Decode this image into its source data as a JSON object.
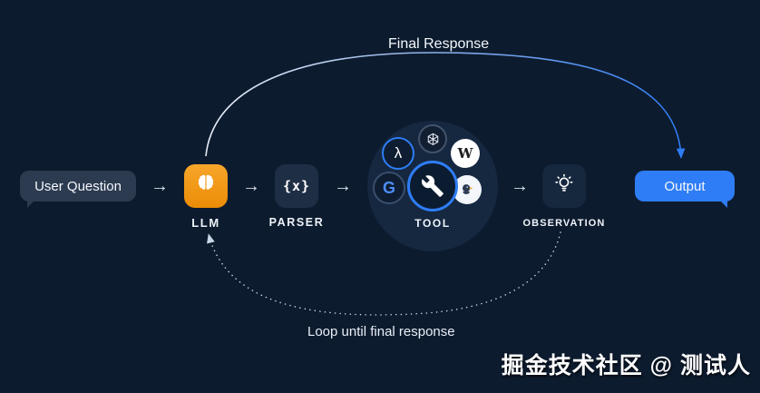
{
  "diagram": {
    "flow_labels": {
      "final_response": "Final Response",
      "loop": "Loop until final response"
    },
    "nodes": {
      "user_question": {
        "label": "User Question"
      },
      "llm": {
        "label": "LLM"
      },
      "parser": {
        "label": "PARSER",
        "glyph": "{x}"
      },
      "tool": {
        "label": "TOOL",
        "lambda_glyph": "λ",
        "wikipedia_glyph": "W",
        "google_glyph": "G"
      },
      "observation": {
        "label": "OBSERVATION"
      },
      "output": {
        "label": "Output"
      }
    },
    "arrow_glyph": "→",
    "watermark": "掘金技术社区 @ 测试人",
    "colors": {
      "background": "#0d1b2e",
      "accent_blue": "#2e7df6",
      "llm_orange": "#f09a12",
      "bubble_dark": "#2c3b50",
      "node_dark": "#1e2e45",
      "tool_circle": "#152840",
      "text": "#f2f6fa"
    }
  }
}
